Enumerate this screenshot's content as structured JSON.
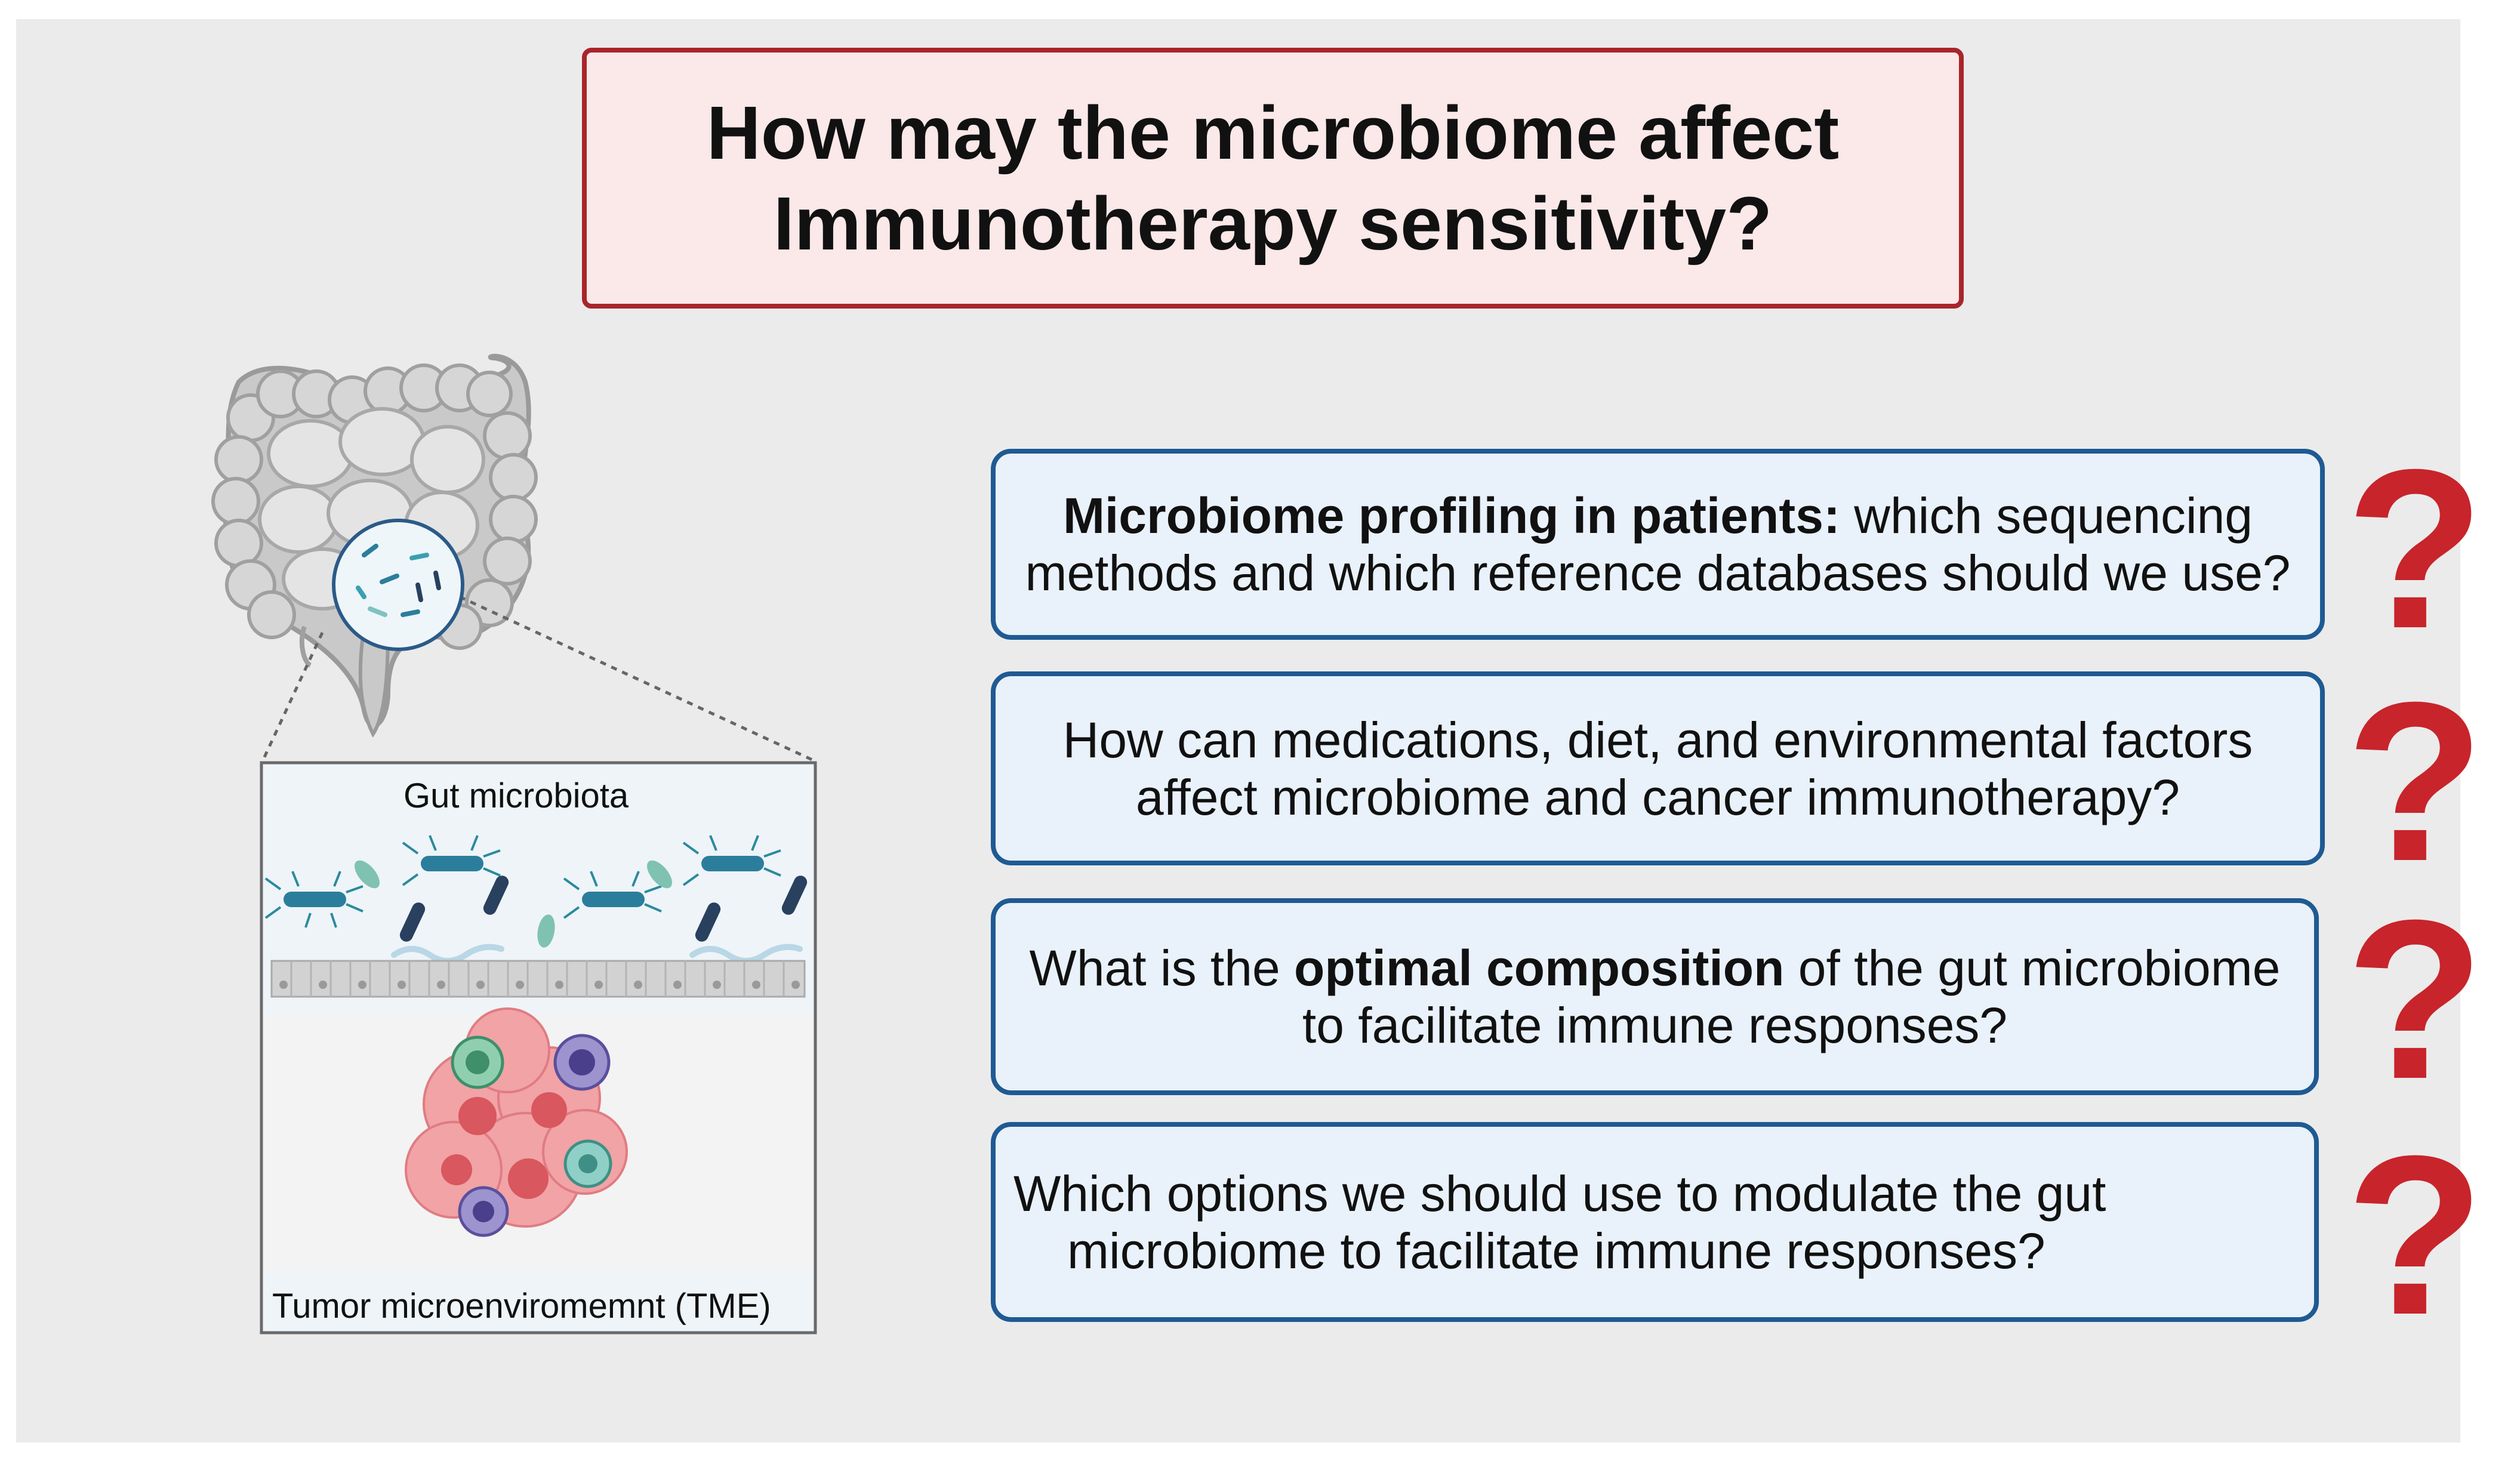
{
  "title": {
    "line1": "How may the microbiome affect",
    "line2": "Immunotherapy sensitivity?"
  },
  "illustration": {
    "gut_label": "Gut microbiota",
    "tme_label": "Tumor microenviromemnt (TME)"
  },
  "questions": [
    {
      "line1_bold": "Microbiome profiling in patients:",
      "line1_rest": " which sequencing",
      "line2": "methods and which reference databases should we use?"
    },
    {
      "line1": "How can medications, diet, and environmental factors",
      "line2": "affect microbiome and cancer immunotherapy?"
    },
    {
      "line1_pre": "What is the ",
      "line1_bold": "optimal composition",
      "line1_post": " of the gut microbiome",
      "line2": "to facilitate immune responses?"
    },
    {
      "line1": "Which options we should use to modulate the gut",
      "line2": "microbiome to facilitate immune responses?"
    }
  ],
  "question_mark": "?",
  "colors": {
    "accent_red": "#c8242b",
    "title_border": "#a8252b",
    "box_border": "#1f5a93",
    "box_fill": "#e9f1fa"
  }
}
